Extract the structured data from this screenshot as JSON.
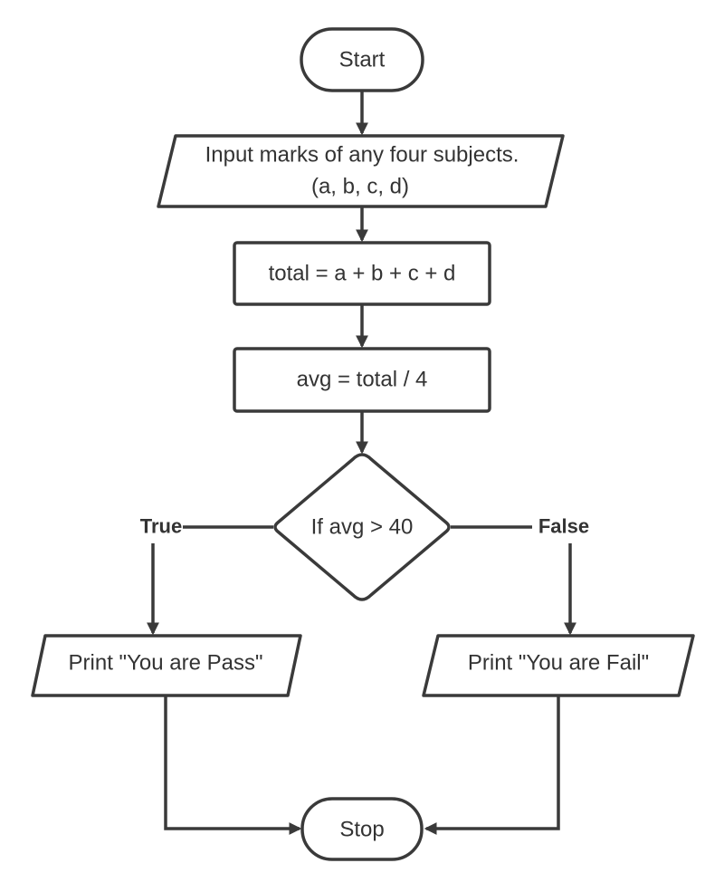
{
  "diagram": {
    "nodes": {
      "start": {
        "label": "Start",
        "shape": "terminator"
      },
      "input": {
        "line1": "Input marks of any four subjects.",
        "line2": "(a, b, c, d)",
        "shape": "parallelogram"
      },
      "total": {
        "label": "total = a + b + c + d",
        "shape": "process"
      },
      "avg": {
        "label": "avg = total / 4",
        "shape": "process"
      },
      "decision": {
        "label": "If avg > 40",
        "shape": "decision"
      },
      "pass": {
        "label": "Print \"You are Pass\"",
        "shape": "parallelogram"
      },
      "fail": {
        "label": "Print \"You are Fail\"",
        "shape": "parallelogram"
      },
      "stop": {
        "label": "Stop",
        "shape": "terminator"
      }
    },
    "branches": {
      "true_label": "True",
      "false_label": "False"
    },
    "edges": [
      {
        "from": "start",
        "to": "input"
      },
      {
        "from": "input",
        "to": "total"
      },
      {
        "from": "total",
        "to": "avg"
      },
      {
        "from": "avg",
        "to": "decision"
      },
      {
        "from": "decision",
        "to": "pass",
        "label": "True"
      },
      {
        "from": "decision",
        "to": "fail",
        "label": "False"
      },
      {
        "from": "pass",
        "to": "stop"
      },
      {
        "from": "fail",
        "to": "stop"
      }
    ],
    "colors": {
      "stroke": "#3a3a3a",
      "text": "#333333",
      "fill": "#ffffff"
    }
  }
}
